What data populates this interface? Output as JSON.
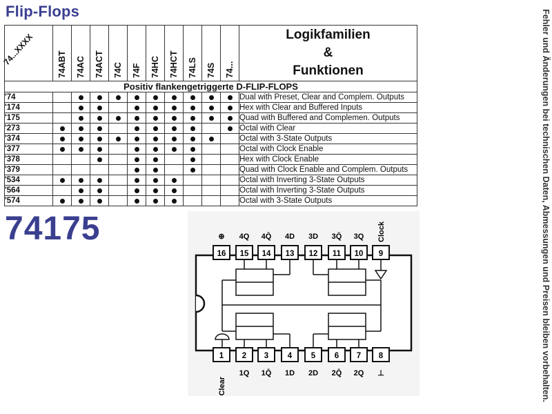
{
  "title": "Flip-Flops",
  "table": {
    "corner_label": "74...XXXX",
    "families": [
      "74ABT",
      "74AC",
      "74ACT",
      "74C",
      "74F",
      "74HC",
      "74HCT",
      "74LS",
      "74S",
      "74..."
    ],
    "header_lines": [
      "Logikfamilien",
      "&",
      "Funktionen"
    ],
    "subheader": "Positiv flankengetriggerte D-FLIP-FLOPS",
    "rows": [
      {
        "code": "'74",
        "dots": [
          0,
          1,
          1,
          1,
          1,
          1,
          1,
          1,
          1,
          1
        ],
        "desc": "Dual with Preset, Clear and Complem. Outputs"
      },
      {
        "code": "'174",
        "dots": [
          0,
          1,
          1,
          0,
          1,
          1,
          1,
          1,
          1,
          1
        ],
        "desc": "Hex with Clear and Buffered Inputs"
      },
      {
        "code": "'175",
        "dots": [
          0,
          1,
          1,
          1,
          1,
          1,
          1,
          1,
          1,
          1
        ],
        "desc": "Quad with Buffered and Complemen. Outputs"
      },
      {
        "code": "'273",
        "dots": [
          1,
          1,
          1,
          0,
          1,
          1,
          1,
          1,
          0,
          1
        ],
        "desc": "Octal with Clear"
      },
      {
        "code": "'374",
        "dots": [
          1,
          1,
          1,
          1,
          1,
          1,
          1,
          1,
          1,
          0
        ],
        "desc": "Octal with 3-State Outputs"
      },
      {
        "code": "'377",
        "dots": [
          1,
          1,
          1,
          0,
          1,
          1,
          1,
          1,
          0,
          0
        ],
        "desc": "Octal with Clock Enable"
      },
      {
        "code": "'378",
        "dots": [
          0,
          0,
          1,
          0,
          1,
          1,
          0,
          1,
          0,
          0
        ],
        "desc": "Hex with Clock Enable"
      },
      {
        "code": "'379",
        "dots": [
          0,
          0,
          0,
          0,
          1,
          1,
          0,
          1,
          0,
          0
        ],
        "desc": "Quad with Clock Enable and Complem. Outputs"
      },
      {
        "code": "'534",
        "dots": [
          1,
          1,
          1,
          0,
          1,
          1,
          1,
          0,
          0,
          0
        ],
        "desc": "Octal with Inverting 3-State Outputs"
      },
      {
        "code": "'564",
        "dots": [
          0,
          1,
          1,
          0,
          1,
          1,
          1,
          0,
          0,
          0
        ],
        "desc": "Octal with Inverting 3-State Outputs"
      },
      {
        "code": "'574",
        "dots": [
          1,
          1,
          1,
          0,
          1,
          1,
          1,
          0,
          0,
          0
        ],
        "desc": "Octal with 3-State Outputs"
      }
    ]
  },
  "part_number": "74175",
  "side_note": "Fehler und Änderungen bei technischen Daten, Abmessungen und Preisen bleiben vorbehalten.",
  "pinout": {
    "top_pins": [
      "16",
      "15",
      "14",
      "13",
      "12",
      "11",
      "10",
      "9"
    ],
    "top_labels": [
      "⊕",
      "4Q",
      "4Q̄",
      "4D",
      "3D",
      "3Q̄",
      "3Q",
      "Clock"
    ],
    "bottom_pins": [
      "1",
      "2",
      "3",
      "4",
      "5",
      "6",
      "7",
      "8"
    ],
    "bottom_labels": [
      "Clear",
      "1Q",
      "1Q̄",
      "1D",
      "2D",
      "2Q̄",
      "2Q",
      "⊥"
    ]
  },
  "colors": {
    "accent": "#3a3f8f",
    "dot": "#111111"
  }
}
